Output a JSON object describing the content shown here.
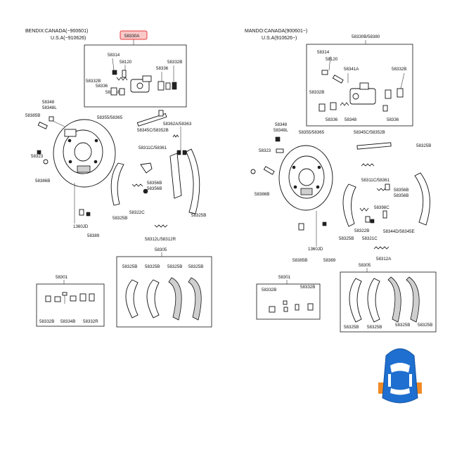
{
  "left": {
    "header_line1": "BENDIX:CANADA(−900601)",
    "header_line2": "U.S.A(−910626)",
    "highlight_part": "58330A",
    "cylinder_parts": {
      "p1": "58314",
      "p2": "58120",
      "p3": "58332B",
      "p4": "58336",
      "p5": "58332B",
      "p6": "58336",
      "p7": "58334B"
    },
    "parts": {
      "p58348": "58348",
      "p58348L": "58348L",
      "p58385B": "58385B",
      "p58355": "58355/58365",
      "p58323": "58323",
      "p58386B": "58386B",
      "p58345C": "58345C/58352B",
      "p58362A": "58362A/58363",
      "p58311C": "58311C/58361",
      "p58356B1": "58356B",
      "p58356B2": "58356B",
      "p58325B_a": "58325B",
      "p58322C": "58322C",
      "p58325B_b": "58325B",
      "p1360JD": "1360JD",
      "p58389": "58389",
      "p58312L": "58312L/58312R"
    },
    "kit1": {
      "title": "58301",
      "l1": "58332B",
      "l2": "58334B",
      "l3": "58332R"
    },
    "kit2": {
      "title": "58305",
      "l1": "58325B",
      "l2": "58325B",
      "l3": "58325B",
      "l4": "58325B"
    }
  },
  "right": {
    "header_line1": "MANDO:CANADA(900601−)",
    "header_line2": "U.S.A(910626−)",
    "cylinder_title": "58330B/58380",
    "cylinder_parts": {
      "p1": "58314",
      "p2": "58120",
      "p3": "58341A",
      "p4": "58332B",
      "p5": "58332B",
      "p6": "58336",
      "p7": "58348",
      "p8": "58336"
    },
    "parts": {
      "p58348": "58348",
      "p58348L": "58348L",
      "p58355": "58355/58365",
      "p58345C": "58345C/58352B",
      "p58323": "58323",
      "p58325B_r": "58325B",
      "p58386B": "58386B",
      "p58311C": "58311C/58361",
      "p58356B1": "58356B",
      "p58356B2": "58356B",
      "p58398": "58398C",
      "p58322B": "58322B",
      "p58325B_b": "58325B",
      "p58321C": "58321C",
      "p58344D": "58344D/58345E",
      "p1360JD": "1360JD",
      "p58385B": "58385B",
      "p58389": "58389",
      "p58312A": "58312A"
    },
    "kit1": {
      "title": "58301",
      "l1": "58332B",
      "l2": "58332B"
    },
    "kit2": {
      "title": "58305",
      "l1": "58325B",
      "l2": "58325B",
      "l3": "58325B",
      "l4": "58325B"
    }
  },
  "colors": {
    "highlight_border": "#e83a3a",
    "highlight_fill": "#f9c9c9",
    "car_blue": "#1e6fcf",
    "marker_orange": "#f08a24"
  },
  "icons": {
    "car": "car-top-view-icon",
    "markers": "rear-wheel-marker-icon"
  }
}
